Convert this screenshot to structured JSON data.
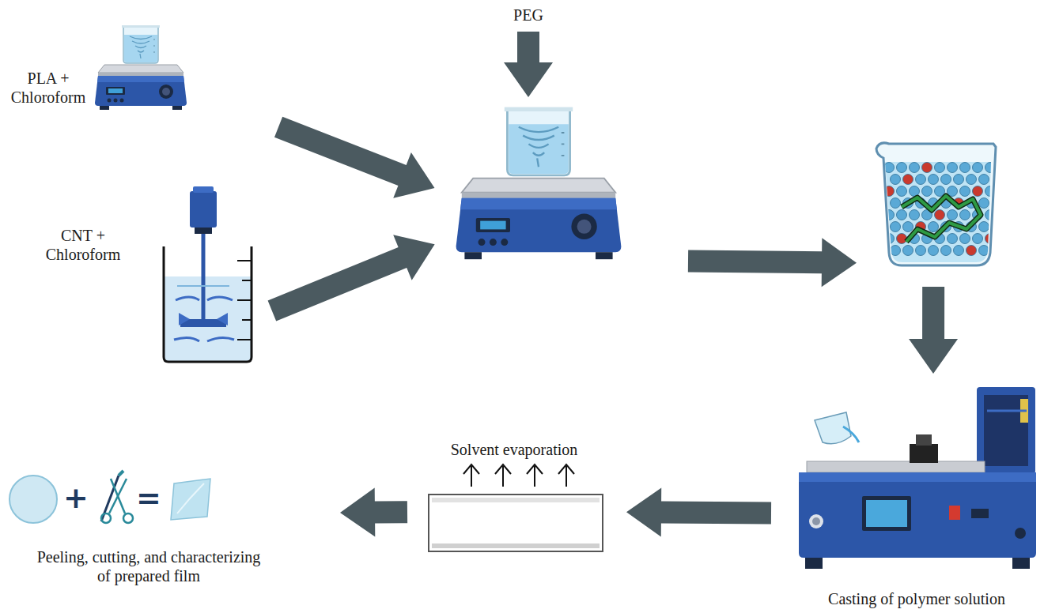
{
  "diagram": {
    "nodes": [
      {
        "text": [
          "PEG"
        ]
      },
      {
        "text": [
          "PLA + Chloroform"
        ]
      },
      {
        "text": []
      },
      {
        "text": []
      },
      {
        "text": [
          "CNT + Chloroform"
        ]
      },
      {
        "text": [
          "Casting of polymer solution"
        ]
      },
      {
        "text": [
          "Solvent evaporation"
        ]
      },
      {
        "text": [
          "Peeling, cutting, and characterizing of prepared film"
        ]
      }
    ],
    "edges": [
      {
        "from": 1,
        "to": 2,
        "arrow": "to"
      },
      {
        "from": 4,
        "to": 2,
        "arrow": "to"
      },
      {
        "from": 0,
        "to": 2,
        "arrow": "to"
      },
      {
        "from": 2,
        "to": 3,
        "arrow": "to"
      },
      {
        "from": 3,
        "to": 5,
        "arrow": "to"
      },
      {
        "from": 5,
        "to": 6,
        "arrow": "to"
      },
      {
        "from": 6,
        "to": 7,
        "arrow": "to"
      }
    ],
    "labels": [
      "+",
      "="
    ]
  }
}
